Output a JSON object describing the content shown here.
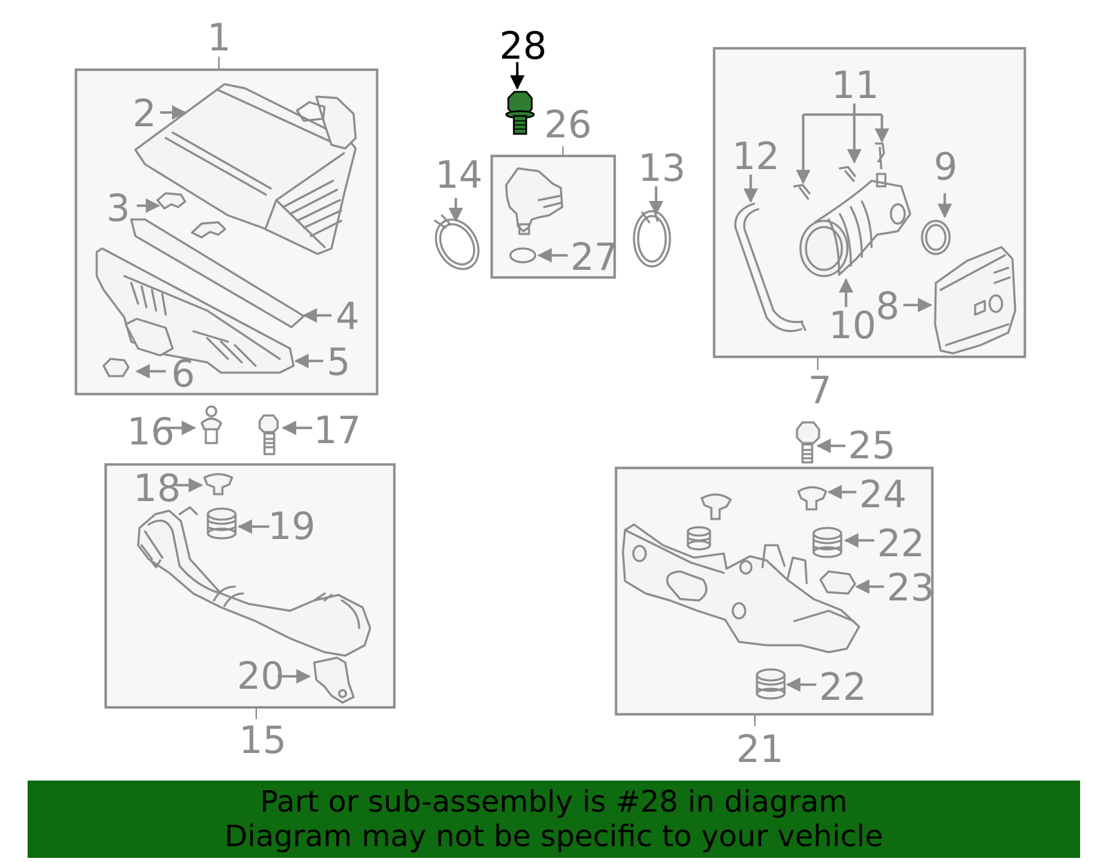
{
  "diagram": {
    "callouts": {
      "c1": "1",
      "c2": "2",
      "c3": "3",
      "c4": "4",
      "c5": "5",
      "c6": "6",
      "c7": "7",
      "c8": "8",
      "c9": "9",
      "c10": "10",
      "c11": "11",
      "c12": "12",
      "c13": "13",
      "c14": "14",
      "c15": "15",
      "c16": "16",
      "c17": "17",
      "c18": "18",
      "c19": "19",
      "c20": "20",
      "c21": "21",
      "c22a": "22",
      "c22b": "22",
      "c23": "23",
      "c24": "24",
      "c25": "25",
      "c26": "26",
      "c27": "27",
      "c28": "28"
    },
    "highlight_part": "28",
    "colors": {
      "line": "#8c8c8c",
      "highlight_part": "#2e7d32",
      "highlight_text": "#000000",
      "banner_bg": "#0f6b0f"
    }
  },
  "banner": {
    "line1": "Part or sub-assembly is #28 in diagram",
    "line2": "Diagram may not be specific to your vehicle"
  }
}
